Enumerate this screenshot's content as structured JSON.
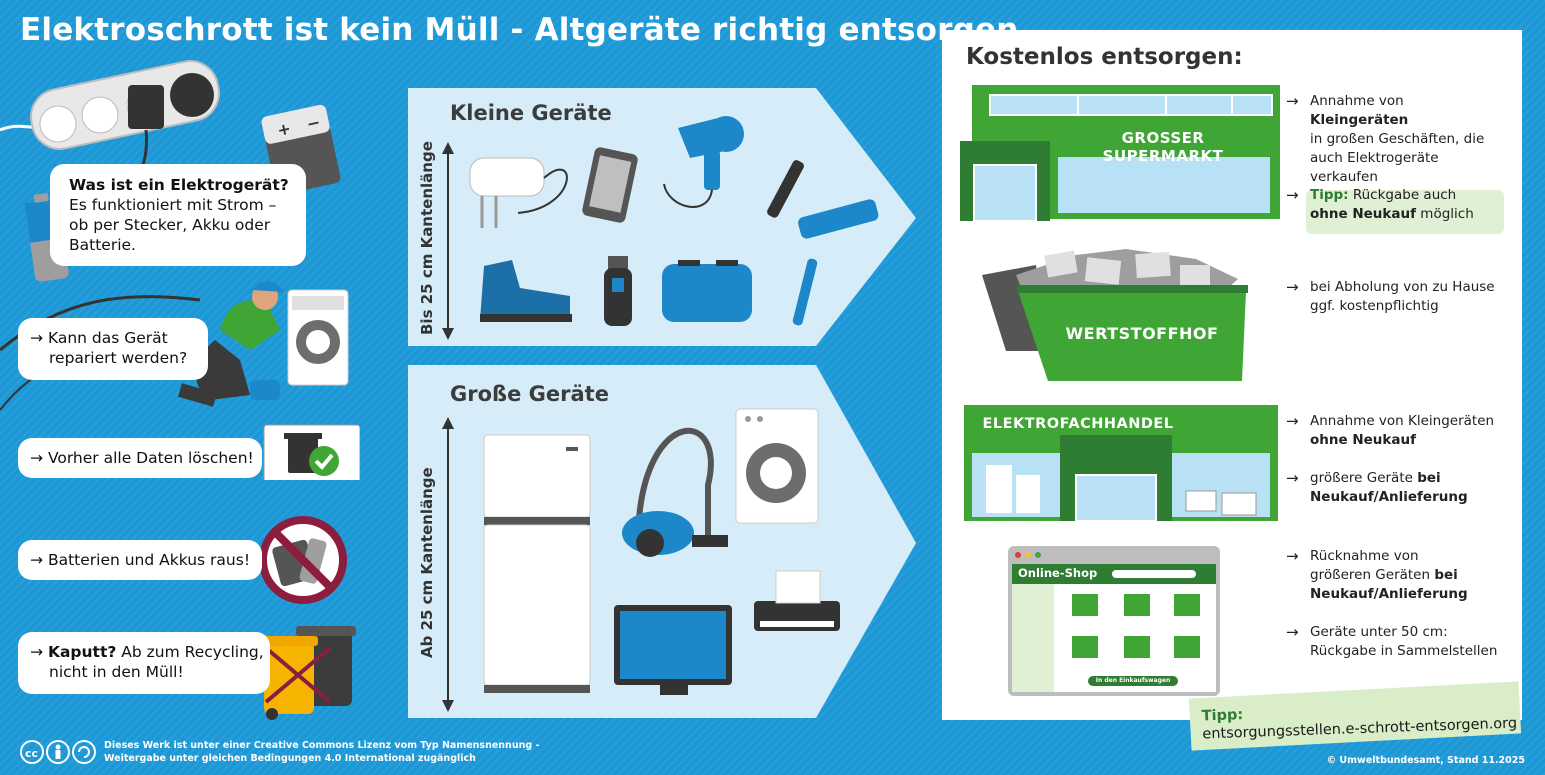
{
  "title": "Elektroschrott ist kein Müll - Altgeräte richtig entsorgen",
  "left": {
    "definition": {
      "heading": "Was ist ein Elektrogerät?",
      "text": "Es funktioniert mit Strom – ob per Stecker, Akku oder Batterie."
    },
    "tips": [
      {
        "bold": "",
        "line1": "Kann das Gerät",
        "line2": "repariert werden?"
      },
      {
        "bold": "",
        "line1": "Vorher alle Daten löschen!",
        "line2": ""
      },
      {
        "bold": "",
        "line1": "Batterien und Akkus raus!",
        "line2": ""
      },
      {
        "bold": "Kaputt?",
        "line1": " Ab zum Recycling,",
        "line2": "nicht in den Müll!"
      }
    ],
    "arrow": "→"
  },
  "middle": {
    "small": {
      "title": "Kleine Geräte",
      "size_label": "Bis 25 cm Kantenlänge"
    },
    "large": {
      "title": "Große Geräte",
      "size_label": "Ab 25 cm Kantenlänge"
    }
  },
  "right": {
    "title": "Kostenlos entsorgen:",
    "supermarket": {
      "sign": "GROSSER SUPERMARKT",
      "info1_pre": "Annahme von ",
      "info1_bold": "Kleingeräten",
      "info1_rest": "in großen Geschäften, die auch Elektrogeräte verkaufen",
      "tip_label": "Tipp:",
      "tip_text": " Rückgabe auch",
      "tip_bold2": "ohne Neukauf",
      "tip_rest": " möglich"
    },
    "recycling": {
      "sign": "WERTSTOFFHOF",
      "info": "bei Abholung von zu Hause ggf. kostenpflichtig"
    },
    "retailer": {
      "sign": "ELEKTROFACHHANDEL",
      "info1": "Annahme von Kleingeräten",
      "info1_bold": "ohne Neukauf",
      "info2": "größere Geräte ",
      "info2_bold1": "bei",
      "info2_bold2": "Neukauf/Anlieferung"
    },
    "online": {
      "shop_label": "Online-Shop",
      "cart_label": "In den Einkaufswagen",
      "info1": "Rücknahme von",
      "info1b": "größeren Geräten ",
      "info1_bold1": "bei",
      "info1_bold2": "Neukauf/Anlieferung",
      "info2a": "Geräte unter 50 cm:",
      "info2b": "Rückgabe in Sammelstellen"
    },
    "tip": {
      "label": "Tipp:",
      "url": "entsorgungsstellen.e-schrott-entsorgen.org"
    }
  },
  "footer": {
    "license_line1": "Dieses Werk ist unter einer Creative Commons Lizenz vom Typ Namensnennung -",
    "license_line2": "Weitergabe unter gleichen Bedingungen 4.0 International zugänglich",
    "credit": "© Umweltbundesamt, Stand 11.2025"
  },
  "colors": {
    "background": "#1d98d6",
    "green": "#3fa535",
    "dark_green": "#2e7d32",
    "panel": "#d6ecf8",
    "device_blue": "#1d88c9"
  }
}
